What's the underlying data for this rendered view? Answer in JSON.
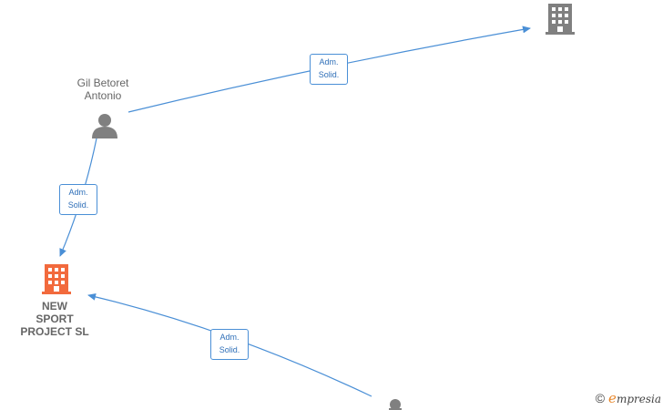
{
  "nodes": {
    "person_gil": {
      "label_line1": "Gil Betoret",
      "label_line2": "Antonio"
    },
    "company_new_sport": {
      "label_line1": "NEW",
      "label_line2": "SPORT",
      "label_line3": "PROJECT  SL"
    }
  },
  "edges": [
    {
      "line1": "Adm.",
      "line2": "Solid."
    },
    {
      "line1": "Adm.",
      "line2": "Solid."
    },
    {
      "line1": "Adm.",
      "line2": "Solid."
    }
  ],
  "colors": {
    "edge": "#4a8fd6",
    "company_highlight": "#f26a3d",
    "node_grey": "#808080"
  },
  "icons": {
    "person": "person-icon",
    "company": "building-icon"
  },
  "watermark": {
    "copyright": "©",
    "brand_initial": "e",
    "brand_rest": "mpresia"
  }
}
